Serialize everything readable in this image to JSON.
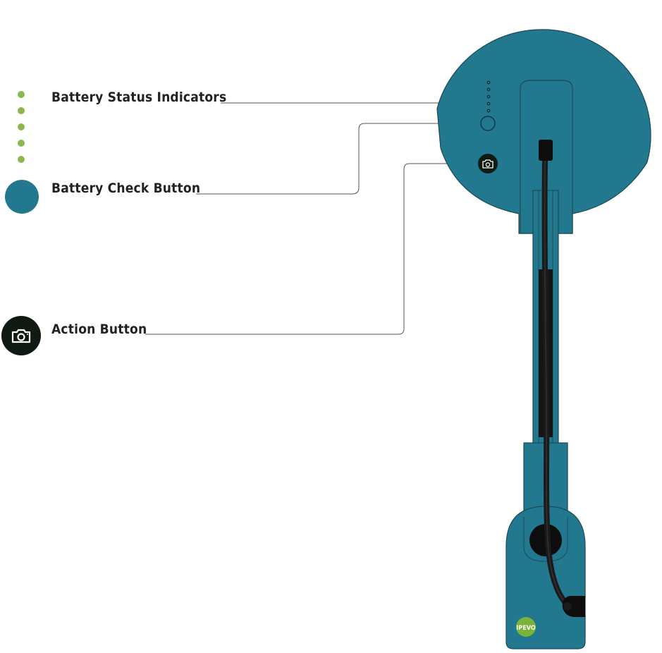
{
  "labels": {
    "battery_status": "Battery Status Indicators",
    "battery_check": "Battery Check Button",
    "action": "Action Button"
  },
  "device": {
    "brand": "IPEVO"
  },
  "colors": {
    "teal": "#21788f",
    "indicator_green": "#8ab84c",
    "dark_button": "#0f1a12",
    "cable": "#1a1a1a",
    "leader_line": "#555555",
    "logo_green": "#7bb23a"
  },
  "icons": [
    "status-dot-icon",
    "camera-icon"
  ]
}
